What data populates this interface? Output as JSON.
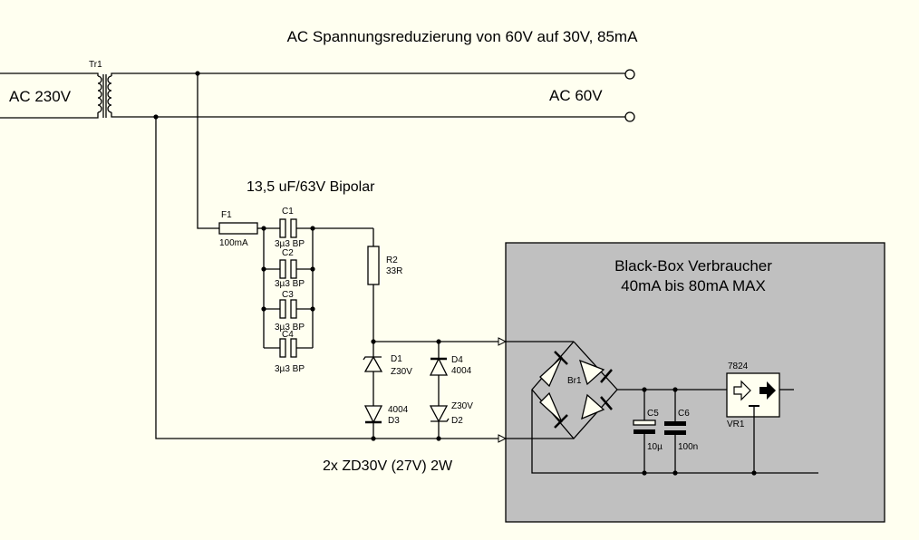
{
  "title": "AC Spannungsreduzierung von 60V auf 30V, 85mA",
  "labels": {
    "ac_in": "AC 230V",
    "ac_out": "AC 60V",
    "cap_group": "13,5 uF/63V Bipolar",
    "zener_note": "2x ZD30V (27V) 2W",
    "blackbox_line1": "Black-Box Verbraucher",
    "blackbox_line2": "40mA bis 80mA MAX"
  },
  "components": {
    "tr1": {
      "ref": "Tr1"
    },
    "f1": {
      "ref": "F1",
      "value": "100mA"
    },
    "c1": {
      "ref": "C1",
      "value": "3µ3 BP"
    },
    "c2": {
      "ref": "C2",
      "value": "3µ3 BP"
    },
    "c3": {
      "ref": "C3",
      "value": "3µ3 BP"
    },
    "c4": {
      "ref": "C4",
      "value": "3µ3 BP"
    },
    "r2": {
      "ref": "R2",
      "value": "33R"
    },
    "d1": {
      "ref": "D1",
      "value": "Z30V"
    },
    "d2": {
      "ref": "D2",
      "value": "Z30V"
    },
    "d3": {
      "ref": "D3",
      "value": "4004"
    },
    "d4": {
      "ref": "D4",
      "value": "4004"
    },
    "br1": {
      "ref": "Br1"
    },
    "c5": {
      "ref": "C5",
      "value": "10µ"
    },
    "c6": {
      "ref": "C6",
      "value": "100n"
    },
    "vr1": {
      "ref": "VR1",
      "value": "7824"
    }
  },
  "colors": {
    "background": "#fffff0",
    "blackbox": "#c0c0c0",
    "ink": "#000000"
  }
}
